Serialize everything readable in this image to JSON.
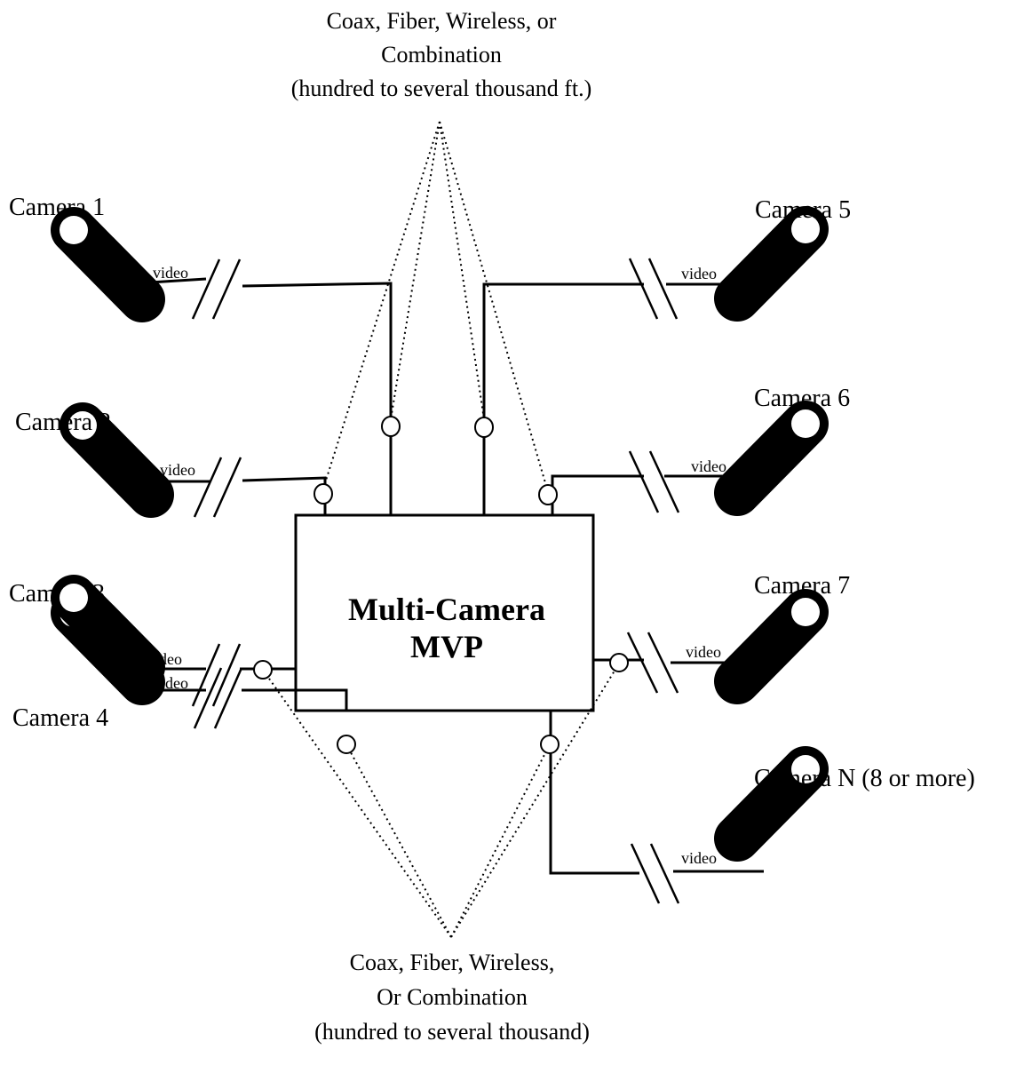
{
  "top_note": {
    "line1": "Coax, Fiber, Wireless, or",
    "line2": "Combination",
    "line3": "(hundred to several thousand ft.)"
  },
  "bottom_note": {
    "line1": "Coax, Fiber, Wireless,",
    "line2": "Or Combination",
    "line3": "(hundred to several thousand)"
  },
  "hub": {
    "line1": "Multi-Camera",
    "line2": "MVP"
  },
  "cameras": [
    {
      "label": "Camera 1",
      "video": "video"
    },
    {
      "label": "Camera 2",
      "video": "video"
    },
    {
      "label": "Camera 3",
      "video": "video"
    },
    {
      "label": "Camera 4",
      "video": "video"
    },
    {
      "label": "Camera 5",
      "video": "video"
    },
    {
      "label": "Camera 6",
      "video": "video"
    },
    {
      "label": "Camera 7",
      "video": "video"
    },
    {
      "label": "Camera N (8 or more)",
      "video": "video"
    }
  ]
}
